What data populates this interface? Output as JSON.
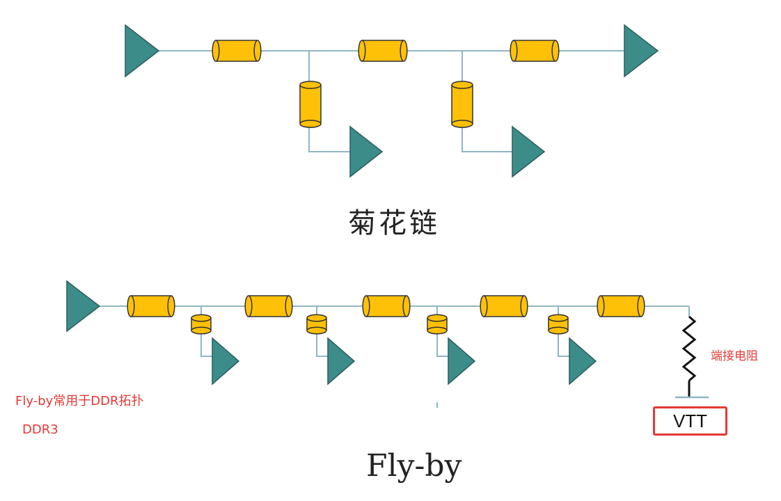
{
  "titles": {
    "daisy_chain": "菊花链",
    "fly_by": "Fly-by"
  },
  "annotations": {
    "termination_resistor": "端接电阻",
    "fly_by_usage": "Fly-by常用于DDR拓扑",
    "ddr3": "DDR3"
  },
  "vtt_label": "VTT",
  "colors": {
    "wire": "#8fb7c2",
    "buffer": "#3c8c8a",
    "buffer_outline": "#2b5f5e",
    "segment": "#ffc107",
    "segment_outline": "#333333",
    "resistor": "#111111",
    "annotation": "#e53935"
  },
  "icons": [
    "driver-triangle-icon",
    "receiver-triangle-icon",
    "transmission-line-cylinder-icon",
    "resistor-zigzag-icon"
  ]
}
